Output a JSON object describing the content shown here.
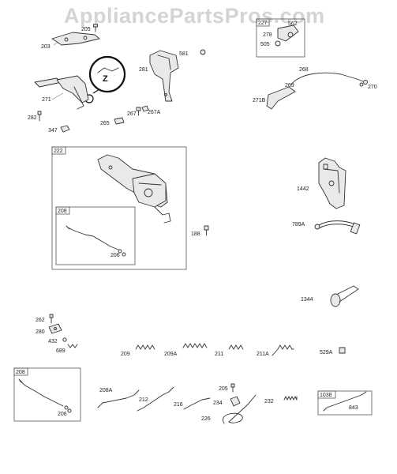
{
  "watermark": "AppliancePartsPros.com",
  "callout_letter": "Z",
  "callout_note": "...",
  "parts": {
    "p205_top": "205",
    "p203": "203",
    "p271": "271",
    "p282": "282",
    "p347": "347",
    "p581": "581",
    "p281": "281",
    "p267": "267",
    "p267A": "267A",
    "p265": "265",
    "p227": "227",
    "p562": "562",
    "p278": "278",
    "p505": "505",
    "p268": "268",
    "p269": "269",
    "p271B": "271B",
    "p270": "270",
    "p222": "222",
    "p208_box": "208",
    "p206_box": "206",
    "p188": "188",
    "p1442": "1442",
    "p789A": "789A",
    "p1344": "1344",
    "p262": "262",
    "p280": "280",
    "p432": "432",
    "p689": "689",
    "p209": "209",
    "p209A": "209A",
    "p211": "211",
    "p211A": "211A",
    "p529A": "529A",
    "p208_low": "208",
    "p206_low": "206",
    "p208A": "208A",
    "p212": "212",
    "p216": "216",
    "p205_low": "205",
    "p234": "234",
    "p232": "232",
    "p226": "226",
    "p1038": "1038",
    "p843": "843"
  }
}
